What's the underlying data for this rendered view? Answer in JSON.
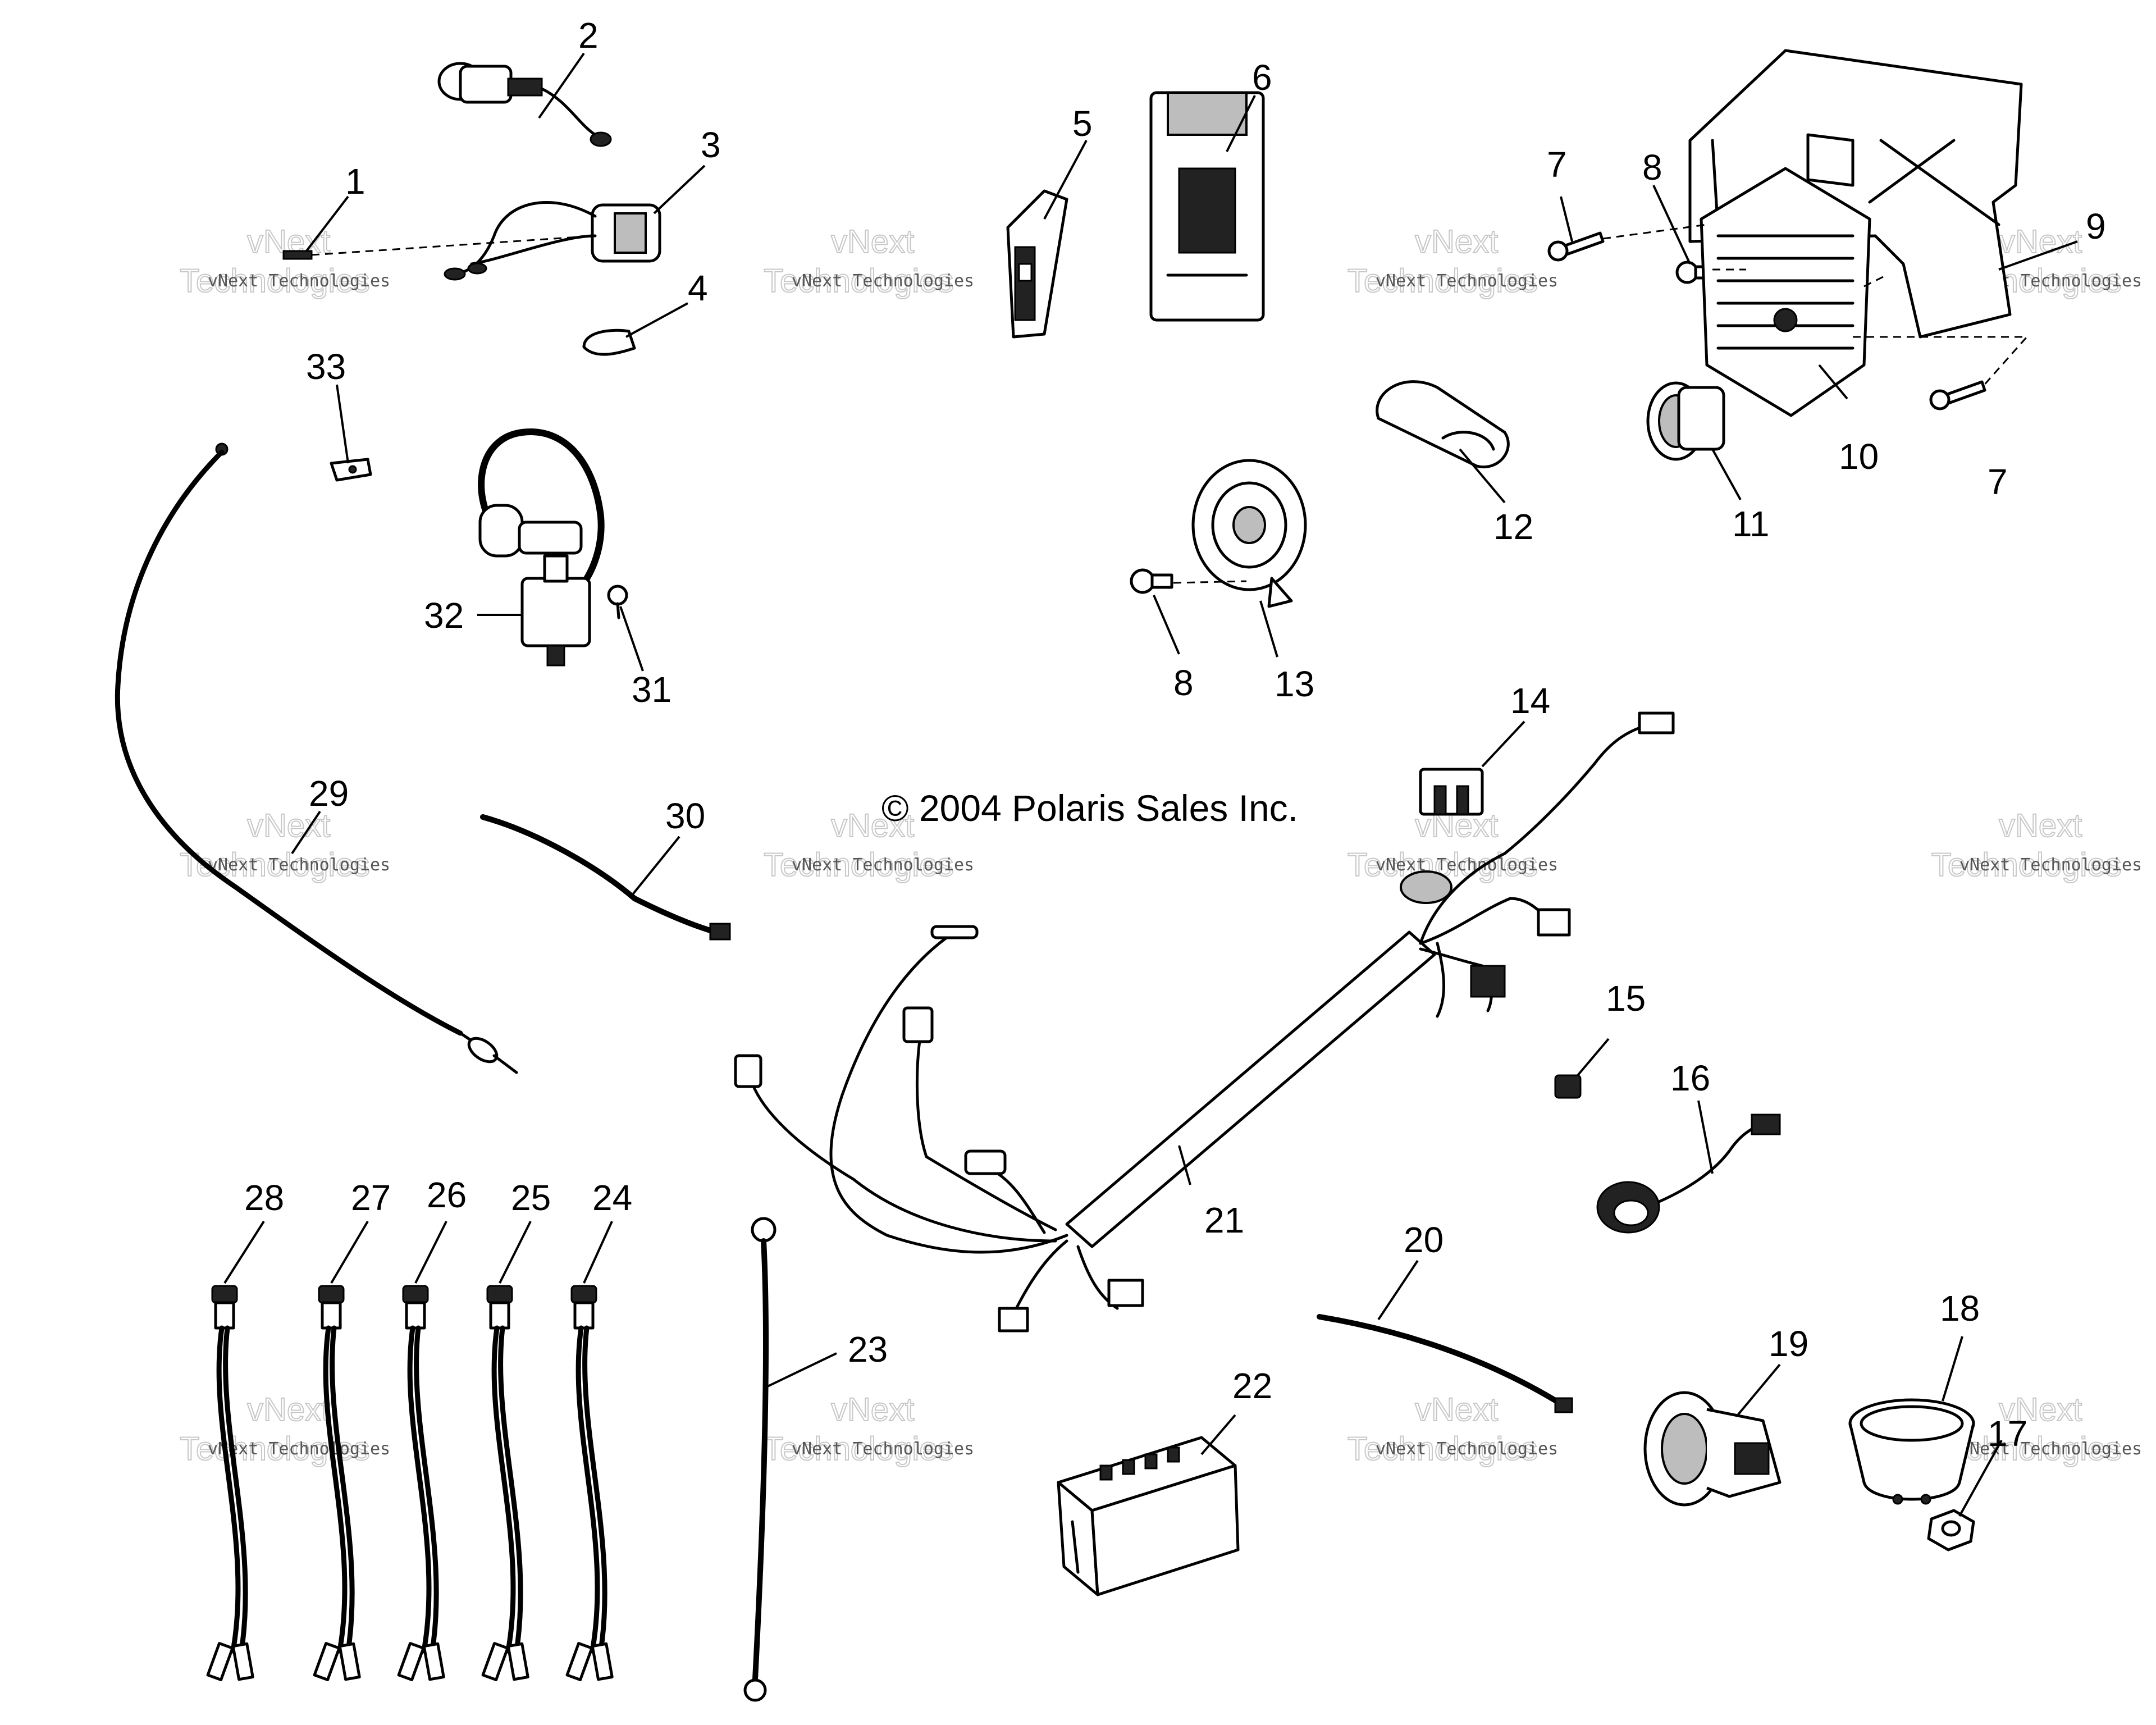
{
  "copyright": "© 2004 Polaris Sales Inc.",
  "watermark": {
    "line1": "vNext Technologies",
    "line2": "vNext",
    "line3": "Technologies"
  },
  "callouts": [
    "1",
    "2",
    "3",
    "4",
    "5",
    "6",
    "7",
    "8",
    "9",
    "10",
    "11",
    "12",
    "13",
    "14",
    "15",
    "16",
    "17",
    "18",
    "19",
    "20",
    "21",
    "22",
    "23",
    "24",
    "25",
    "26",
    "27",
    "28",
    "29",
    "30",
    "31",
    "32",
    "33"
  ]
}
